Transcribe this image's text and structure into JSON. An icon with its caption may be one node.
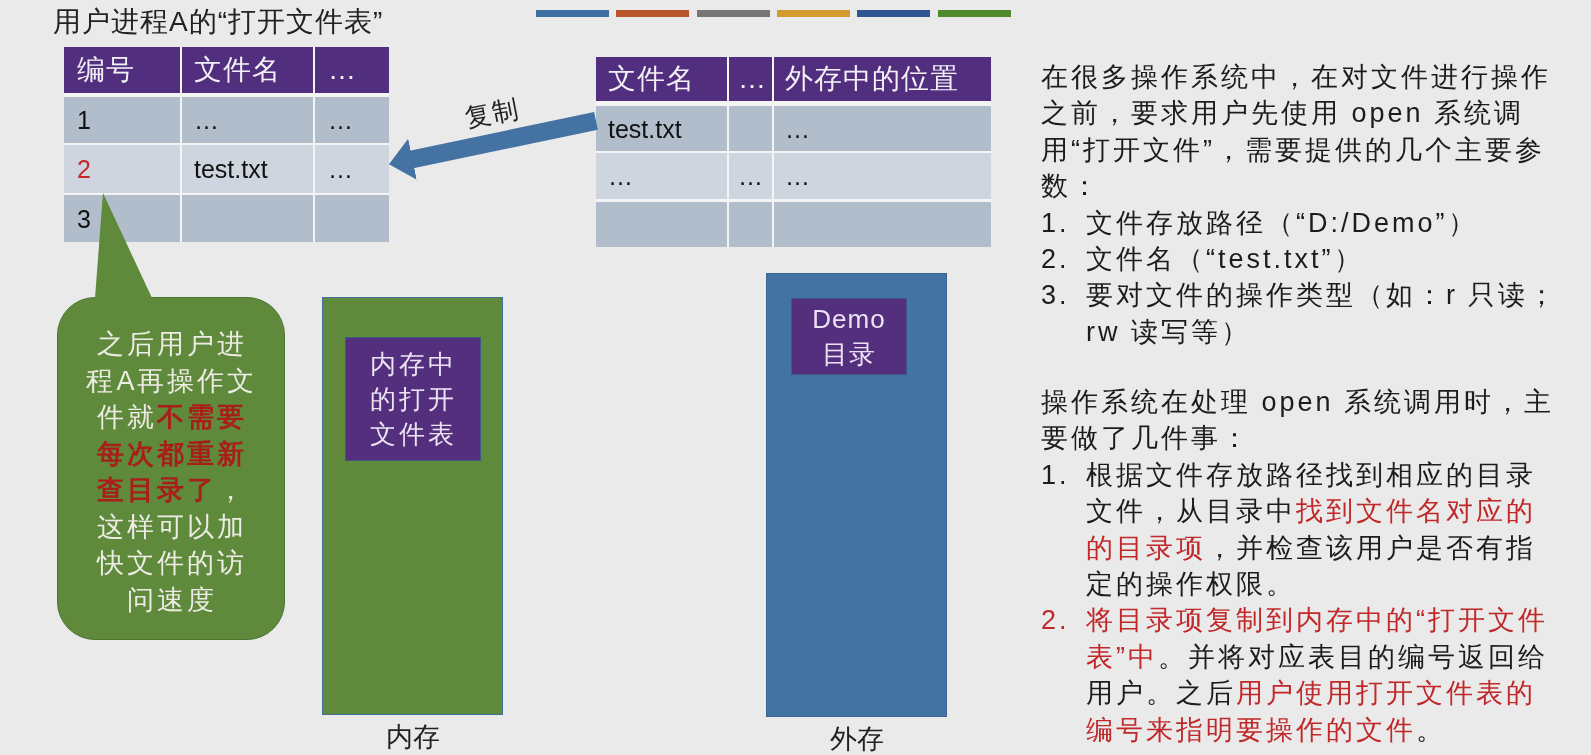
{
  "diagram": {
    "nodes": [
      {
        "text": [
          "用户进程A的“打开文件表”"
        ]
      },
      {
        "text": [
          "编号",
          "文件名",
          "…"
        ],
        "in": 0
      },
      {
        "text": [
          "1",
          "…",
          "…"
        ],
        "in": 0
      },
      {
        "text": [
          "2",
          "test.txt",
          "…"
        ],
        "in": 0
      },
      {
        "text": [
          "3"
        ],
        "in": 0
      },
      {
        "text": [],
        "shape": "box"
      },
      {
        "text": [
          "文件名",
          "…",
          "外存中的位置"
        ],
        "in": 5
      },
      {
        "text": [
          "test.txt",
          "…"
        ],
        "in": 5
      },
      {
        "text": [
          "…",
          "…",
          "…"
        ],
        "in": 5
      },
      {
        "text": [],
        "shape": "box",
        "in": 5
      },
      {
        "text": [
          "之后用户进程A再操作文件就**不需要每次都重新查目录了**，这样可以加快文件的访问速度"
        ]
      },
      {
        "text": [],
        "shape": "box",
        "beside": [
          "内存"
        ]
      },
      {
        "text": [
          "内存中的打开文件表"
        ],
        "in": 11
      },
      {
        "text": [],
        "shape": "box",
        "beside": [
          "外存"
        ]
      },
      {
        "text": [
          "Demo 目录"
        ],
        "in": 13
      }
    ],
    "edges": [
      {
        "from": 7,
        "to": 3,
        "arrow": "to",
        "label": "复制",
        "color": "#4472a2"
      },
      {
        "from": 10,
        "to": 3,
        "arrow": "none",
        "color": "#5f8a3c"
      }
    ],
    "labels": [
      "在很多操作系统中，在对文件进行操作之前，要求用户先使用 open 系统调用“打开文件”，需要提供的几个主要参数：",
      "1.",
      "文件存放路径（“D:/Demo”）",
      "2.",
      "文件名（“test.txt”）",
      "3.",
      "要对文件的操作类型（如：r 只读；rw 读写等）",
      "操作系统在处理 open 系统调用时，主要做了几件事：",
      "1.",
      "根据文件存放路径找到相应的目录文件，从目录中**找到文件名对应的的目录项**，并检查该用户是否有指定的操作权限。",
      "2.",
      "**将目录项复制到内存中的“打开文件表”中**。并将对应表目的编号返回给用户。之后**用户使用打开文件表的编号来指明要操作的文件**。"
    ]
  }
}
